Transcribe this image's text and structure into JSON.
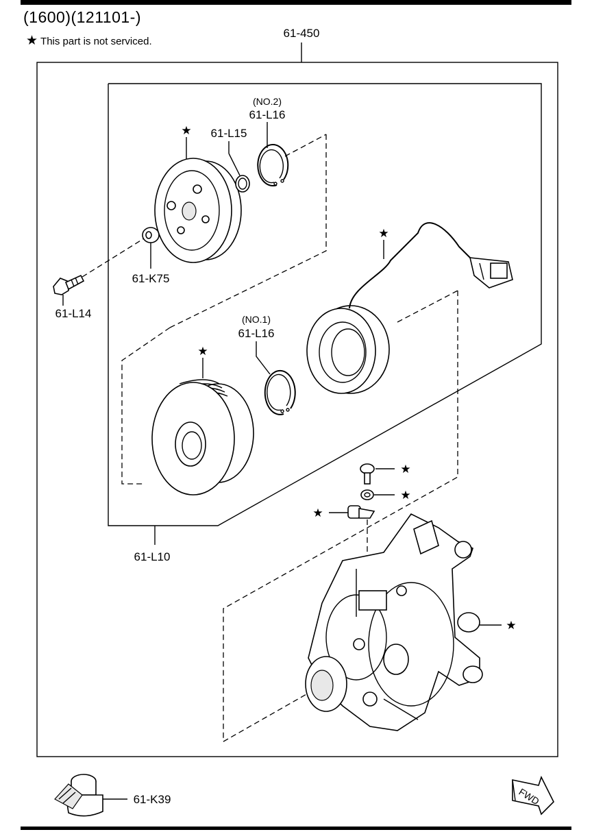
{
  "header": {
    "title": "(1600)(121101-)"
  },
  "note": {
    "symbol": "★",
    "text": "This part is not serviced."
  },
  "labels": {
    "assembly": "61-450",
    "no2": "(NO.2)",
    "snap_ring": "61-L16",
    "l15": "61-L15",
    "k75": "61-K75",
    "l14": "61-L14",
    "no1": "(NO.1)",
    "snap_ring_1": "61-L16",
    "l10": "61-L10",
    "k39": "61-K39",
    "fwd": "FWD"
  },
  "star": "★",
  "icons": [
    "star-icon",
    "fwd-arrow-icon"
  ]
}
